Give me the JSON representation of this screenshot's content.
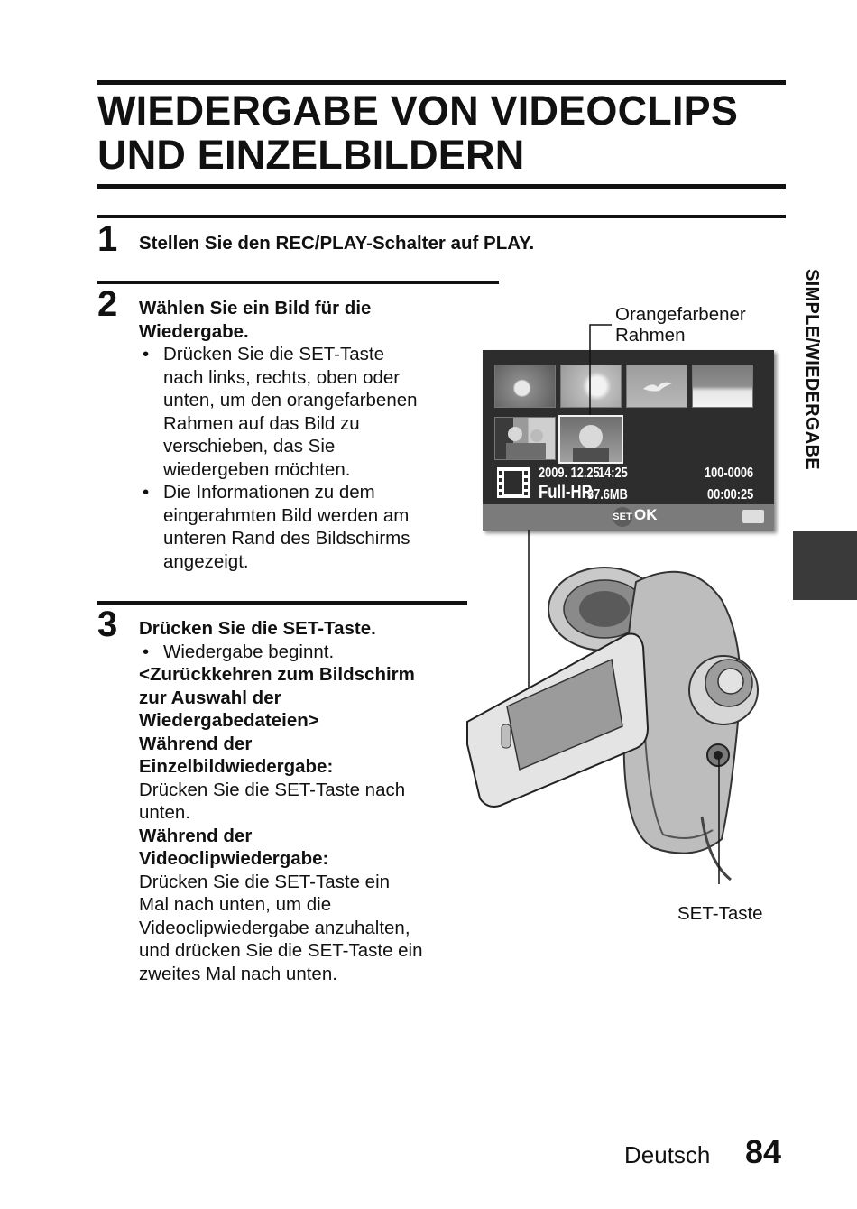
{
  "page": {
    "title_line1": "WIEDERGABE VON VIDEOCLIPS",
    "title_line2": "UND EINZELBILDERN",
    "side_tab": "SIMPLE/WIEDERGABE",
    "language": "Deutsch",
    "page_number": "84"
  },
  "steps": [
    {
      "number": "1",
      "title": "Stellen Sie den REC/PLAY-Schalter auf PLAY."
    },
    {
      "number": "2",
      "title_lines": [
        "Wählen Sie ein Bild für die",
        "Wiedergabe."
      ],
      "bullets": [
        [
          "Drücken Sie die SET-Taste",
          "nach links, rechts, oben oder",
          "unten, um den orangefarbenen",
          "Rahmen auf das Bild zu",
          "verschieben, das Sie",
          "wiedergeben möchten."
        ],
        [
          "Die Informationen zu dem",
          "eingerahmten Bild werden am",
          "unteren Rand des Bildschirms",
          "angezeigt."
        ]
      ]
    },
    {
      "number": "3",
      "title": "Drücken Sie die SET-Taste.",
      "bullet": "Wiedergabe beginnt.",
      "return_heading": [
        "<Zurückkehren zum Bildschirm",
        "zur Auswahl der",
        "Wiedergabedateien>"
      ],
      "still_heading": [
        "Während der",
        "Einzelbildwiedergabe:"
      ],
      "still_text": [
        "Drücken Sie die SET-Taste nach",
        "unten."
      ],
      "video_heading": [
        "Während der",
        "Videoclipwiedergabe:"
      ],
      "video_text": [
        "Drücken Sie die SET-Taste ein",
        "Mal nach unten, um die",
        "Videoclipwiedergabe anzuhalten,",
        "und drücken Sie die SET-Taste ein",
        "zweites Mal nach unten."
      ]
    }
  ],
  "figure": {
    "callout_frame": [
      "Orangefarbener",
      "Rahmen"
    ],
    "callout_set": "SET-Taste",
    "screen": {
      "date": "2009. 12.25",
      "time": "14:25",
      "file_no": "100-0006",
      "mode": "Full-HR",
      "size": "37.6MB",
      "duration": "00:00:25",
      "set_label": "SET",
      "ok_label": "OK"
    }
  }
}
